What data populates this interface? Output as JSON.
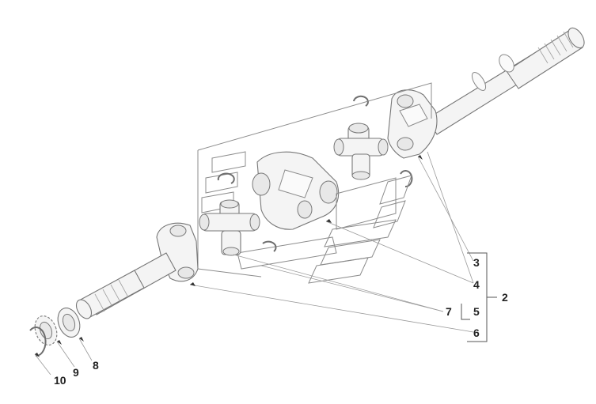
{
  "callouts": {
    "c2": "2",
    "c3": "3",
    "c4": "4",
    "c5": "5",
    "c6": "6",
    "c7": "7",
    "c8": "8",
    "c9": "9",
    "c10": "10"
  },
  "colors": {
    "part_fill": "#f4f4f4",
    "part_stroke": "#777777",
    "label": "#222222",
    "leader": "#9a9a9a"
  }
}
